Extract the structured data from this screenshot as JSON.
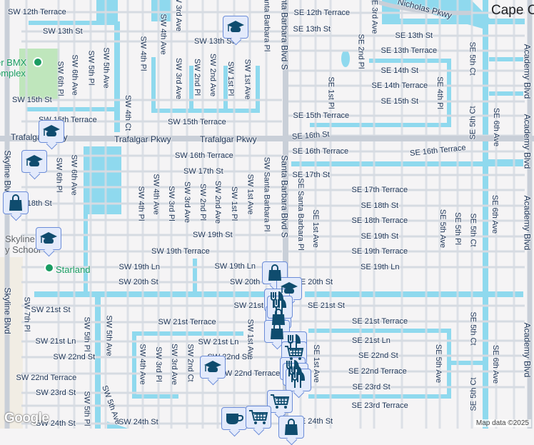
{
  "map": {
    "colors": {
      "land": "#f5f4f5",
      "road": "#d6dbe2",
      "major_road": "#c9cfd8",
      "water": "#8fd9ee",
      "park": "#bfe6bc",
      "label": "#1d3557",
      "marker_bg": "#e3eafb",
      "marker_border": "#6b8cd8",
      "marker_icon": "#0f4c6e"
    },
    "city_label": "Cape C",
    "pois": [
      {
        "lines": [
          "er BMX",
          "omplex"
        ],
        "icon": "park-pin-icon"
      },
      {
        "lines": [
          "Skyline",
          "y School"
        ],
        "icon": "none"
      },
      {
        "lines": [
          "Starland"
        ],
        "icon": "tree-pin-icon"
      }
    ],
    "streets": [
      "SW 12th Terrace",
      "SW 13th St",
      "SW 15th St",
      "SW 15th Terrace",
      "Trafalgar Pkwy",
      "Trafalgar Pkwy",
      "Trafalgar Pkwy",
      "SW 13th St",
      "SW 15th Terrace",
      "SW 16th Terrace",
      "SW 17th St",
      "SW 18th St",
      "SW 19th St",
      "SW 19th Terrace",
      "SW 19th Ln",
      "SW 19th Ln",
      "SW 20th St",
      "SW 20th St",
      "SW 21st St",
      "SW 21st St",
      "SW 21st Terrace",
      "SW 21st Ln",
      "SW 21st Ln",
      "SW 22nd St",
      "SW 22nd St",
      "SW 22nd Terrace",
      "SW 22nd Terrace",
      "SW 23rd St",
      "SW 24th St",
      "SW 24th St",
      "SE 12th Terrace",
      "SE 13th St",
      "SE 13th St",
      "SE 13th Terrace",
      "SE 14th St",
      "SE 14th Terrace",
      "SE 15th St",
      "SE 15th Terrace",
      "SE 16th St",
      "SE 16th Terrace",
      "SE 16th Terrace",
      "SE 17th St",
      "SE 17th Terrace",
      "SE 18th St",
      "SE 18th Terrace",
      "SE 19th St",
      "SE 19th Terrace",
      "SE 19th Ln",
      "SE 20th St",
      "SE 21st St",
      "SE 21st Terrace",
      "SE 21st Ln",
      "SE 22nd St",
      "SE 22nd Terrace",
      "SE 23rd St",
      "SE 23rd Terrace",
      "SE 24th St",
      "Nicholas Pkwy",
      "SW 3rd Ave",
      "SW 4th Ave",
      "SW 4th Pl",
      "SW 4th Ct",
      "SW 6th Pl",
      "SW 6th Ave",
      "SW 5th Pl",
      "SW 5th Ave",
      "SW 3rd Ave",
      "SW 2nd Pl",
      "SW 2nd Ave",
      "SW 1st Pl",
      "SW 1st Ave",
      "SW Santa Barbara Pl",
      "Santa Barbara Blvd S",
      "Santa Barbara Blvd S",
      "SE 3rd Ave",
      "SE 2nd Pl",
      "SE 1st Pl",
      "SE 4th Pl",
      "SE 5th Ct",
      "SE 5th Ct",
      "SE 6th Ave",
      "Academy Blvd",
      "Academy Blvd",
      "SW 6th Pl",
      "SW 6th Ave",
      "SW 4th Pl",
      "SW 4th Ave",
      "SW 3rd Pl",
      "SW 3rd Ave",
      "SW 2nd Pl",
      "SW 2nd Ave",
      "SW 1st Pl",
      "SW 1st Ave",
      "SW Santa Barbara Pl",
      "SE Santa Barbara Pl",
      "SE 1st Ave",
      "SE 5th Ave",
      "SE 5th Pl",
      "SE 5th Ct",
      "SE 6th Ave",
      "Academy Blvd",
      "Skyline Blvd",
      "Skyline Blvd",
      "SW 7th Pl",
      "SW 5th Pl",
      "SW 5th Pl",
      "SW 5th Ave",
      "SW 5th Ave",
      "SW 4th Ave",
      "SW 3rd Pl",
      "SW 3rd Ave",
      "SW 2nd Ct",
      "SW 1st Ave",
      "SE 1st Ave",
      "SE 5th Ave",
      "SE 5th Ct",
      "SE 5th Ct",
      "SE 6th Ave",
      "Academy Blvd"
    ],
    "markers": [
      {
        "type": "school",
        "icon": "graduation-cap-icon"
      },
      {
        "type": "school",
        "icon": "graduation-cap-icon"
      },
      {
        "type": "school",
        "icon": "graduation-cap-icon"
      },
      {
        "type": "school",
        "icon": "graduation-cap-icon"
      },
      {
        "type": "school",
        "icon": "graduation-cap-icon"
      },
      {
        "type": "shopping",
        "icon": "shopping-bag-icon"
      },
      {
        "type": "shopping",
        "icon": "shopping-bag-icon"
      },
      {
        "type": "school",
        "icon": "graduation-cap-icon"
      },
      {
        "type": "restaurant",
        "icon": "fork-knife-icon"
      },
      {
        "type": "shopping",
        "icon": "shopping-bag-icon"
      },
      {
        "type": "restaurant",
        "icon": "fork-knife-icon"
      },
      {
        "type": "shopping",
        "icon": "shopping-bag-icon"
      },
      {
        "type": "restaurant",
        "icon": "fork-knife-icon"
      },
      {
        "type": "grocery",
        "icon": "shopping-cart-icon"
      },
      {
        "type": "restaurant",
        "icon": "fork-knife-icon"
      },
      {
        "type": "restaurant",
        "icon": "fork-knife-icon"
      },
      {
        "type": "restaurant",
        "icon": "fork-knife-icon"
      },
      {
        "type": "grocery",
        "icon": "shopping-cart-icon"
      },
      {
        "type": "coffee",
        "icon": "coffee-cup-icon"
      },
      {
        "type": "grocery",
        "icon": "shopping-cart-icon"
      },
      {
        "type": "shopping",
        "icon": "shopping-bag-icon"
      }
    ],
    "attribution": "Map data ©2025",
    "logo": "Google"
  }
}
